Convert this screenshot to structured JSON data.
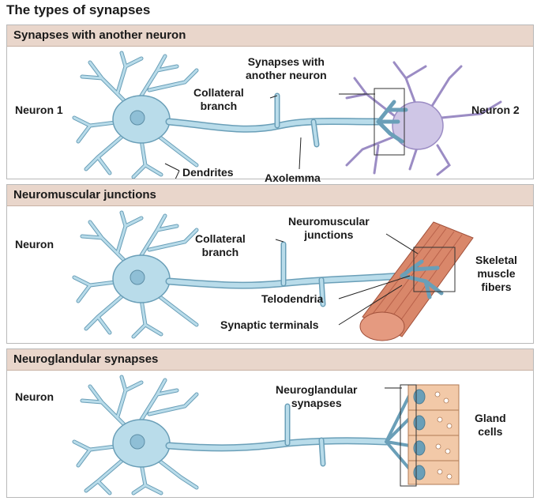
{
  "title": "The types of synapses",
  "panels": [
    {
      "header": "Synapses with another neuron",
      "labels": {
        "left": "Neuron 1",
        "right": "Neuron 2",
        "collateral_1": "Collateral",
        "collateral_2": "branch",
        "dendrites": "Dendrites",
        "axolemma": "Axolemma",
        "synapse_1": "Synapses with",
        "synapse_2": "another neuron"
      }
    },
    {
      "header": "Neuromuscular junctions",
      "labels": {
        "left": "Neuron",
        "collateral_1": "Collateral",
        "collateral_2": "branch",
        "nmj_1": "Neuromuscular",
        "nmj_2": "junctions",
        "telodendria": "Telodendria",
        "terminals": "Synaptic terminals",
        "skeletal_1": "Skeletal",
        "skeletal_2": "muscle",
        "skeletal_3": "fibers"
      }
    },
    {
      "header": "Neuroglandular synapses",
      "labels": {
        "left": "Neuron",
        "ng_1": "Neuroglandular",
        "ng_2": "synapses",
        "gland_1": "Gland",
        "gland_2": "cells"
      }
    }
  ],
  "colors": {
    "header_bg": "#e9d6cb",
    "neuron": "#b9dcea",
    "neuron_outline": "#6a9fb8",
    "neuron2": "#cfc6e6",
    "muscle": "#d9876a",
    "gland": "#f2c9a8"
  }
}
